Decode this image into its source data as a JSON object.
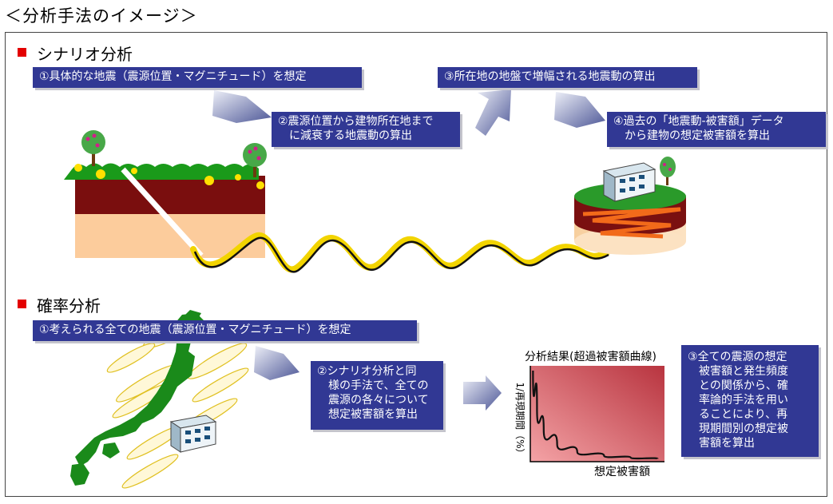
{
  "heading": "＜分析手法のイメージ＞",
  "scenario": {
    "title": "シナリオ分析",
    "steps": [
      "①具体的な地震（震源位置・マグニチュード）を想定",
      "②震源位置から建物所在地まで",
      "に減衰する地震動の算出",
      "③所在地の地盤で増幅される地震動の算出",
      "④過去の「地震動-被害額」データ",
      "から建物の想定被害額を算出"
    ]
  },
  "probabilistic": {
    "title": "確率分析",
    "steps": [
      "①考えられる全ての地震（震源位置・マグニチュード）を想定",
      "②シナリオ分析と同",
      "様の手法で、全ての",
      "震源の各々について",
      "想定被害額を算出",
      "③全ての震源の想定",
      "被害額と発生頻度",
      "との関係から、確",
      "率論的手法を用い",
      "ることにより、再",
      "現期間別の想定被",
      "害額を算出"
    ]
  },
  "chart_data": {
    "type": "line",
    "title": "分析結果(超過被害額曲線)",
    "xlabel": "想定被害額",
    "ylabel": "1/再現期間（%）",
    "series": [
      {
        "x": [
          0.02,
          0.05,
          0.1,
          0.2,
          0.35,
          0.55,
          0.75,
          0.95
        ],
        "y": [
          0.95,
          0.55,
          0.33,
          0.18,
          0.1,
          0.06,
          0.04,
          0.03
        ]
      }
    ]
  },
  "colors": {
    "box_bg": "#313894",
    "bullet": "#e30000",
    "chart_fill": "#d9404a"
  }
}
